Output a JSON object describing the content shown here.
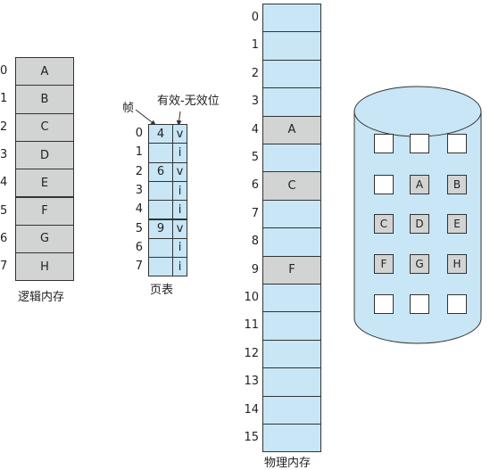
{
  "logical_memory": {
    "caption": "逻辑内存",
    "indices": [
      "0",
      "1",
      "2",
      "3",
      "4",
      "5",
      "6",
      "7"
    ],
    "pages": [
      "A",
      "B",
      "C",
      "D",
      "E",
      "F",
      "G",
      "H"
    ]
  },
  "page_table": {
    "caption": "页表",
    "frame_label": "帧",
    "valid_label": "有效-无效位",
    "indices": [
      "0",
      "1",
      "2",
      "3",
      "4",
      "5",
      "6",
      "7"
    ],
    "frames": [
      "4",
      "",
      "6",
      "",
      "",
      "9",
      "",
      ""
    ],
    "bits": [
      "v",
      "i",
      "v",
      "i",
      "i",
      "v",
      "i",
      "i"
    ]
  },
  "physical_memory": {
    "caption": "物理内存",
    "indices": [
      "0",
      "1",
      "2",
      "3",
      "4",
      "5",
      "6",
      "7",
      "8",
      "9",
      "10",
      "11",
      "12",
      "13",
      "14",
      "15"
    ],
    "contents": [
      "",
      "",
      "",
      "",
      "A",
      "",
      "C",
      "",
      "",
      "F",
      "",
      "",
      "",
      "",
      "",
      ""
    ]
  },
  "backing_store": {
    "slots": [
      "",
      "",
      "",
      "",
      "A",
      "B",
      "C",
      "D",
      "E",
      "F",
      "G",
      "H",
      "",
      "",
      ""
    ]
  }
}
